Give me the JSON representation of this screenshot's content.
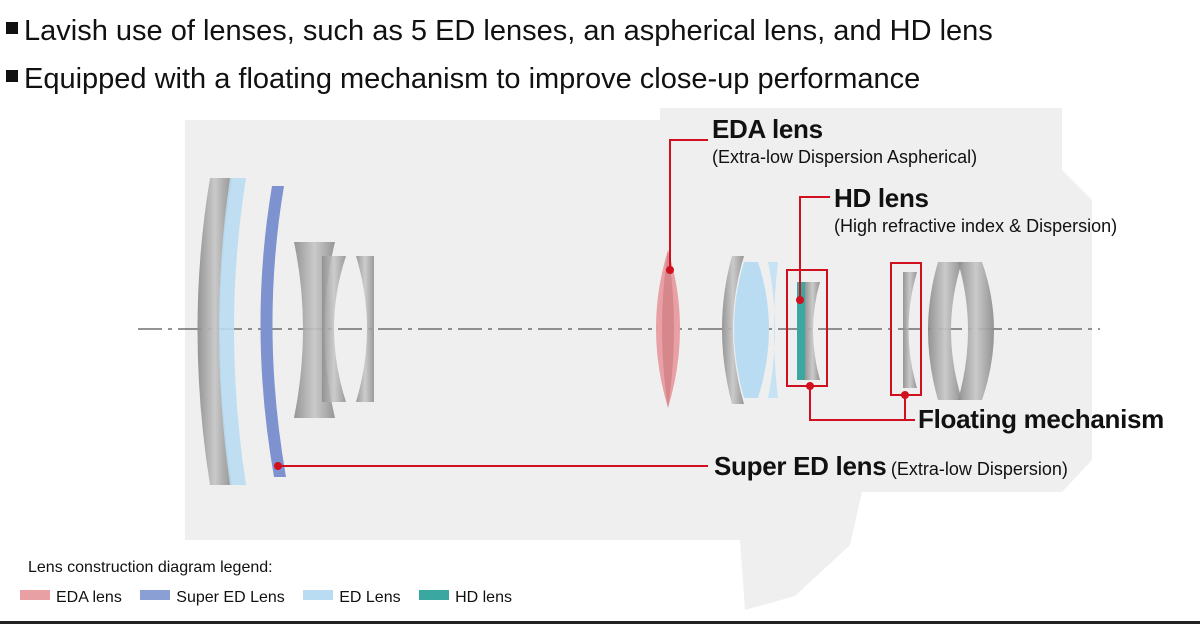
{
  "bullets": [
    "Lavish use of lenses, such as 5 ED lenses, an aspherical lens, and HD lens",
    "Equipped with a floating mechanism to improve close-up performance"
  ],
  "callouts": {
    "eda": {
      "title": "EDA lens",
      "subtitle": "(Extra-low Dispersion Aspherical)"
    },
    "hd": {
      "title": "HD lens",
      "subtitle": "(High refractive index & Dispersion)"
    },
    "floating": {
      "title": "Floating mechanism"
    },
    "super_ed": {
      "title": "Super ED lens",
      "subtitle": "(Extra-low Dispersion)"
    }
  },
  "legend": {
    "title": "Lens construction diagram legend:",
    "items": [
      {
        "label": "EDA lens",
        "color": "#e8a0a4"
      },
      {
        "label": "Super ED Lens",
        "color": "#8a9fd4"
      },
      {
        "label": "ED Lens",
        "color": "#b9dcf2"
      },
      {
        "label": "HD lens",
        "color": "#3aa8a0"
      }
    ]
  },
  "colors": {
    "annotation_red": "#d0101f",
    "body_gray": "#efefef",
    "lens_gray": "#9a9a9a"
  }
}
